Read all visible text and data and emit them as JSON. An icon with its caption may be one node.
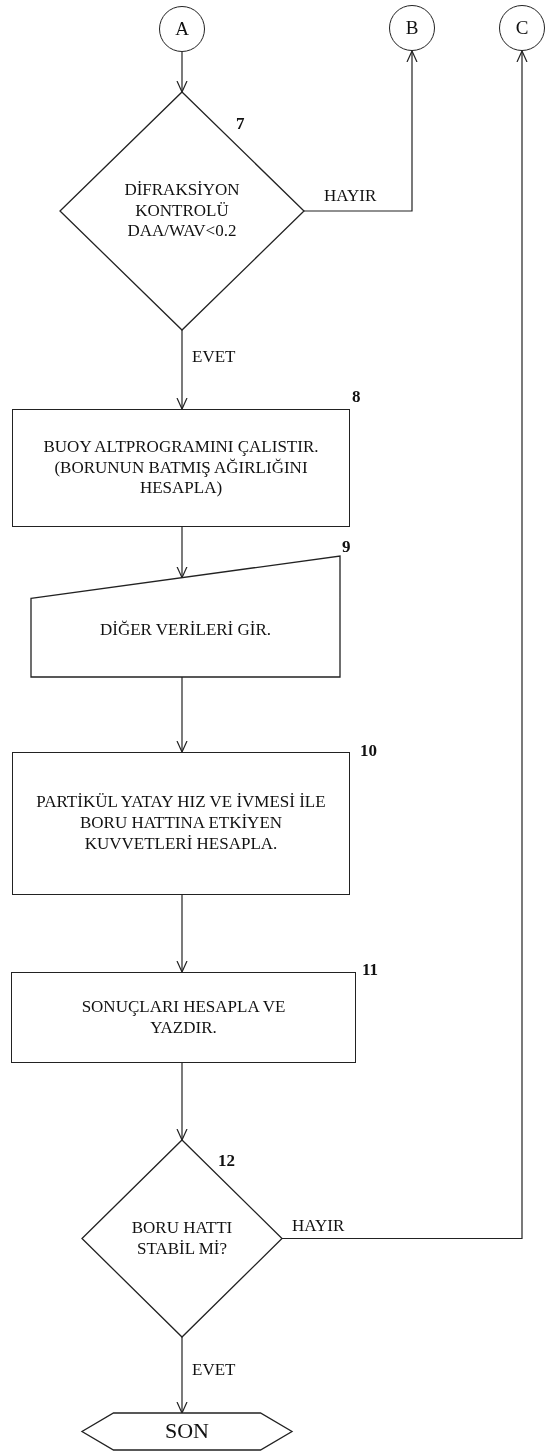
{
  "diagram": {
    "nodes": [
      {
        "text": [
          "A"
        ]
      },
      {
        "text": [
          "B"
        ]
      },
      {
        "text": [
          "C"
        ]
      },
      {
        "text": [
          "DİFRAKSİYON KONTROLÜ DAA/WAV<0.2"
        ],
        "beside": [
          "7"
        ]
      },
      {
        "text": [
          "BUOY ALTPROGRAMINI ÇALISTIR. (BORUNUN BATMIŞ AĞIRLIĞINI HESAPLA)"
        ],
        "beside": [
          "8"
        ]
      },
      {
        "text": [
          "DİĞER VERİLERİ GİR."
        ],
        "beside": [
          "9"
        ]
      },
      {
        "text": [
          "PARTİKÜL YATAY HIZ VE İVMESİ İLE BORU HATTINA ETKİYEN KUVVETLERİ HESAPLA."
        ],
        "beside": [
          "10"
        ]
      },
      {
        "text": [
          "SONUÇLARI HESAPLA VE YAZDIR."
        ],
        "beside": [
          "11"
        ]
      },
      {
        "text": [
          "BORU HATTI STABİL Mİ?"
        ],
        "beside": [
          "12"
        ]
      },
      {
        "text": [
          "SON"
        ]
      }
    ],
    "edges": [
      {
        "from": 0,
        "to": 3,
        "arrow": "to"
      },
      {
        "from": 3,
        "to": 1,
        "arrow": "to",
        "label": "HAYIR"
      },
      {
        "from": 3,
        "to": 4,
        "arrow": "to",
        "label": "EVET"
      },
      {
        "from": 4,
        "to": 5,
        "arrow": "to"
      },
      {
        "from": 5,
        "to": 6,
        "arrow": "to"
      },
      {
        "from": 6,
        "to": 7,
        "arrow": "to"
      },
      {
        "from": 7,
        "to": 8,
        "arrow": "to"
      },
      {
        "from": 8,
        "to": 2,
        "arrow": "to",
        "label": "HAYIR"
      },
      {
        "from": 8,
        "to": 9,
        "arrow": "to",
        "label": "EVET"
      }
    ]
  }
}
